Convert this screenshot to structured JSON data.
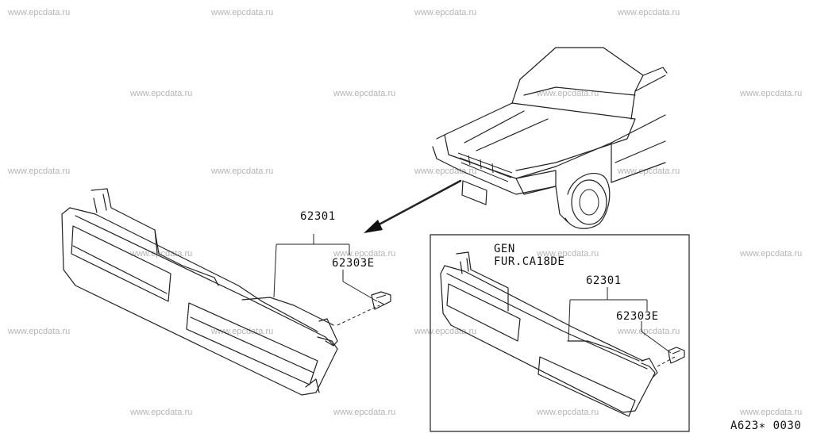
{
  "watermark": "www.epcdata.ru",
  "main_view": {
    "part_number": "62301",
    "clip_number": "62303E"
  },
  "inset": {
    "note_line1": "GEN",
    "note_line2": "FUR.CA18DE",
    "part_number": "62301",
    "clip_number": "62303E"
  },
  "drawing_code": "A623∗ 0030"
}
